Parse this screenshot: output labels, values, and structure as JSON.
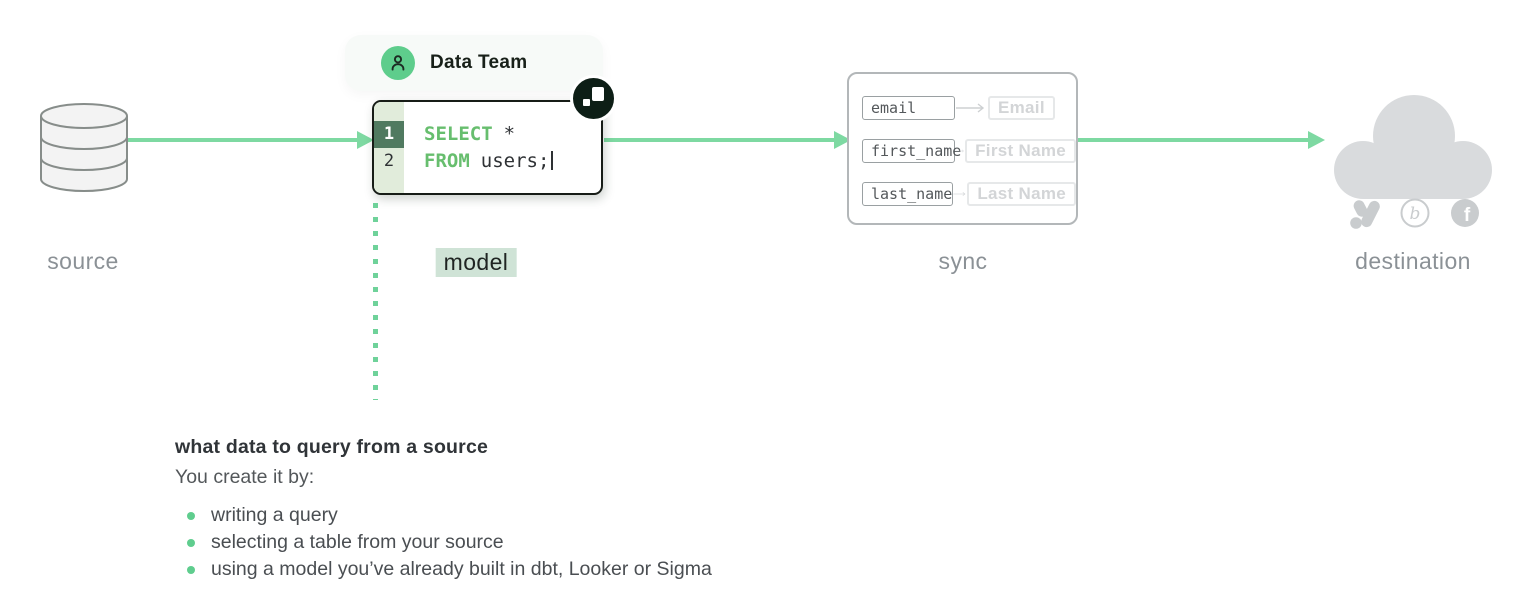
{
  "colors": {
    "accent_green": "#7ED9A2",
    "avatar_green": "#5ECD8C",
    "keyword_green": "#67BE6E",
    "gutter_green": "#E1ECDB",
    "active_line_green": "#507A60",
    "model_highlight": "#CFE3D6",
    "label_gray": "#8B9196",
    "destination_gray": "#D9DBDD",
    "dark": "#171C17"
  },
  "stages": {
    "source_label": "source",
    "model_label": "model",
    "sync_label": "sync",
    "destination_label": "destination"
  },
  "badge": {
    "label": "Data Team",
    "avatar_icon": "person-icon"
  },
  "code_editor": {
    "logo_icon": "hightouch-logo-icon",
    "lines": [
      {
        "number": "1",
        "keyword": "SELECT",
        "rest": "*"
      },
      {
        "number": "2",
        "keyword": "FROM",
        "rest": "users;"
      }
    ]
  },
  "sync_mapping": {
    "rows": [
      {
        "source_field": "email",
        "destination_field": "Email"
      },
      {
        "source_field": "first_name",
        "destination_field": "First Name"
      },
      {
        "source_field": "last_name",
        "destination_field": "Last Name"
      }
    ]
  },
  "destination": {
    "icons": [
      "cloud-icon",
      "google-ads-icon",
      "braze-icon",
      "facebook-icon"
    ]
  },
  "notes": {
    "heading": "what data to query from a source",
    "intro": "You create it by:",
    "bullets": [
      "writing a query",
      "selecting a table from your source",
      "using a model you’ve already built in dbt, Looker or Sigma"
    ]
  }
}
